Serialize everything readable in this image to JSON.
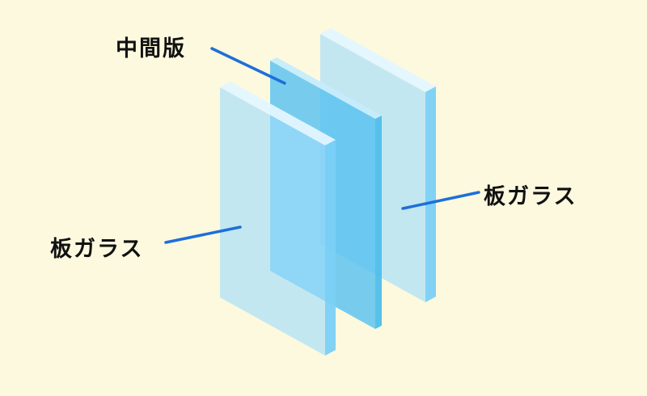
{
  "background_color": "#FCF9DE",
  "diagram": {
    "labels": {
      "interlayer": "中間版",
      "glass_left": "板ガラス",
      "glass_right": "板ガラス"
    },
    "colors": {
      "glass_face": "#9FDCFB",
      "glass_edge_top": "#E3F6FF",
      "glass_edge_side": "#7AD0F6",
      "interlayer_face": "#55C1F0",
      "interlayer_edge_top": "#C5ECFC",
      "interlayer_edge_side": "#4FBEEA",
      "leader_line": "#1E6FD9",
      "label_text": "#111111"
    },
    "panes": [
      {
        "name": "glass-pane-back",
        "type": "glass",
        "label": "板ガラス"
      },
      {
        "name": "interlayer-pane",
        "type": "interlayer",
        "label": "中間版"
      },
      {
        "name": "glass-pane-front",
        "type": "glass",
        "label": "板ガラス"
      }
    ]
  }
}
